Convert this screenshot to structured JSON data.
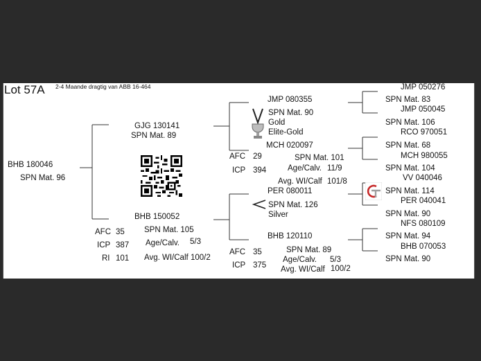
{
  "header": {
    "lot": "Lot 57A",
    "note": "2-4 Maande dragtig van ABB 16-464"
  },
  "subject": {
    "id": "BHB 180046",
    "spn": "SPN Mat. 96"
  },
  "sire": {
    "id": "GJG 130141",
    "spn": "SPN Mat. 89"
  },
  "dam": {
    "id": "BHB 150052",
    "afc_label": "AFC",
    "afc": "35",
    "icp_label": "ICP",
    "icp": "387",
    "ri_label": "RI",
    "ri": "101",
    "spn": "SPN Mat. 105",
    "age_label": "Age/Calv.",
    "age": "5/3",
    "avg_label": "Avg. WI/Calf",
    "avg": "100/2"
  },
  "sire_sire": {
    "id": "JMP 080355",
    "spn": "SPN Mat. 90",
    "award1": "Gold",
    "award2": "Elite-Gold"
  },
  "sire_dam": {
    "id": "MCH 020097",
    "afc_label": "AFC",
    "afc": "29",
    "icp_label": "ICP",
    "icp": "394",
    "spn": "SPN Mat. 101",
    "age_label": "Age/Calv.",
    "age": "11/9",
    "avg_label": "Avg. WI/Calf",
    "avg": "101/8"
  },
  "dam_sire": {
    "id": "PER 080011",
    "spn": "SPN Mat. 126",
    "award": "Silver"
  },
  "dam_dam": {
    "id": "BHB 120110",
    "afc_label": "AFC",
    "afc": "35",
    "icp_label": "ICP",
    "icp": "375",
    "spn": "SPN Mat. 89",
    "age_label": "Age/Calv.",
    "age": "5/3",
    "avg_label": "Avg. WI/Calf",
    "avg": "100/2"
  },
  "g3": [
    {
      "id": "JMP 050276",
      "spn": "SPN Mat. 83"
    },
    {
      "id": "JMP 050045",
      "spn": "SPN Mat. 106"
    },
    {
      "id": "RCO 970051",
      "spn": "SPN Mat. 68"
    },
    {
      "id": "MCH 980055",
      "spn": "SPN Mat. 104"
    },
    {
      "id": "VV  040046",
      "spn": "SPN Mat. 114"
    },
    {
      "id": "PER 040041",
      "spn": "SPN Mat. 90"
    },
    {
      "id": "NFS 080109",
      "spn": "SPN Mat. 94"
    },
    {
      "id": "BHB 070053",
      "spn": "SPN Mat. 90"
    }
  ],
  "icons": {
    "trophy": "trophy-medal-icon",
    "silver": "silver-chevron-icon",
    "logo": "gt-logo-icon",
    "qr": "qr-code"
  }
}
